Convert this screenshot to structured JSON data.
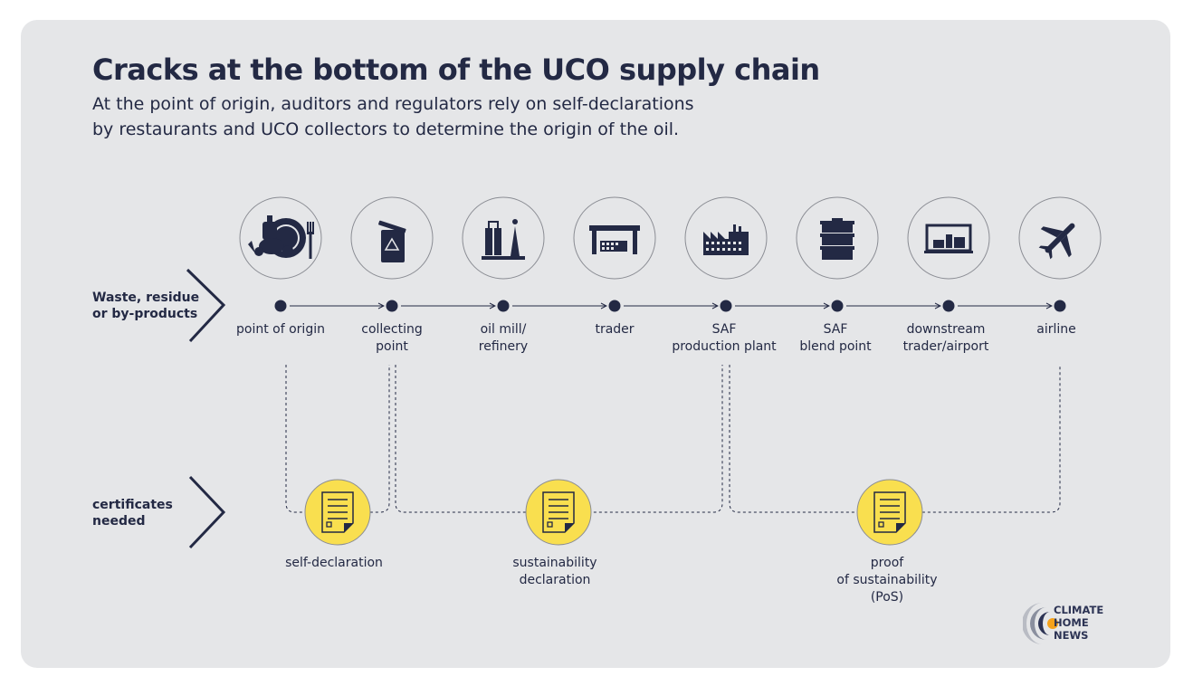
{
  "title": "Cracks at the bottom of the UCO supply chain",
  "subtitle": [
    "At the point of origin, auditors and regulators rely on self-declarations",
    "by restaurants and UCO collectors to determine the origin of the oil."
  ],
  "row_labels": {
    "top": [
      "Waste, residue",
      "or by-products"
    ],
    "bottom": [
      "certificates",
      "needed"
    ]
  },
  "nodes": [
    {
      "label": [
        "point of origin"
      ],
      "icon": "restaurant-icon"
    },
    {
      "label": [
        "collecting",
        "point"
      ],
      "icon": "recycling-bin-icon"
    },
    {
      "label": [
        "oil mill/",
        "refinery"
      ],
      "icon": "refinery-icon"
    },
    {
      "label": [
        "trader"
      ],
      "icon": "warehouse-icon"
    },
    {
      "label": [
        "SAF",
        "production plant"
      ],
      "icon": "factory-icon"
    },
    {
      "label": [
        "SAF",
        "blend point"
      ],
      "icon": "barrel-icon"
    },
    {
      "label": [
        "downstream",
        "trader/airport"
      ],
      "icon": "storage-hall-icon"
    },
    {
      "label": [
        "airline"
      ],
      "icon": "airplane-icon"
    }
  ],
  "certificates": [
    {
      "label": [
        "self-declaration"
      ],
      "icon": "document-icon"
    },
    {
      "label": [
        "sustainability",
        "declaration"
      ],
      "icon": "document-icon"
    },
    {
      "label": [
        "proof",
        "of sustainability",
        "(PoS)"
      ],
      "icon": "document-icon"
    }
  ],
  "logo": [
    "CLIMATE",
    "HOME",
    "NEWS"
  ],
  "colors": {
    "navy": "#232944",
    "yellow": "#f9df4f",
    "background": "#e5e6e8",
    "logo_orange": "#f5a21b"
  }
}
